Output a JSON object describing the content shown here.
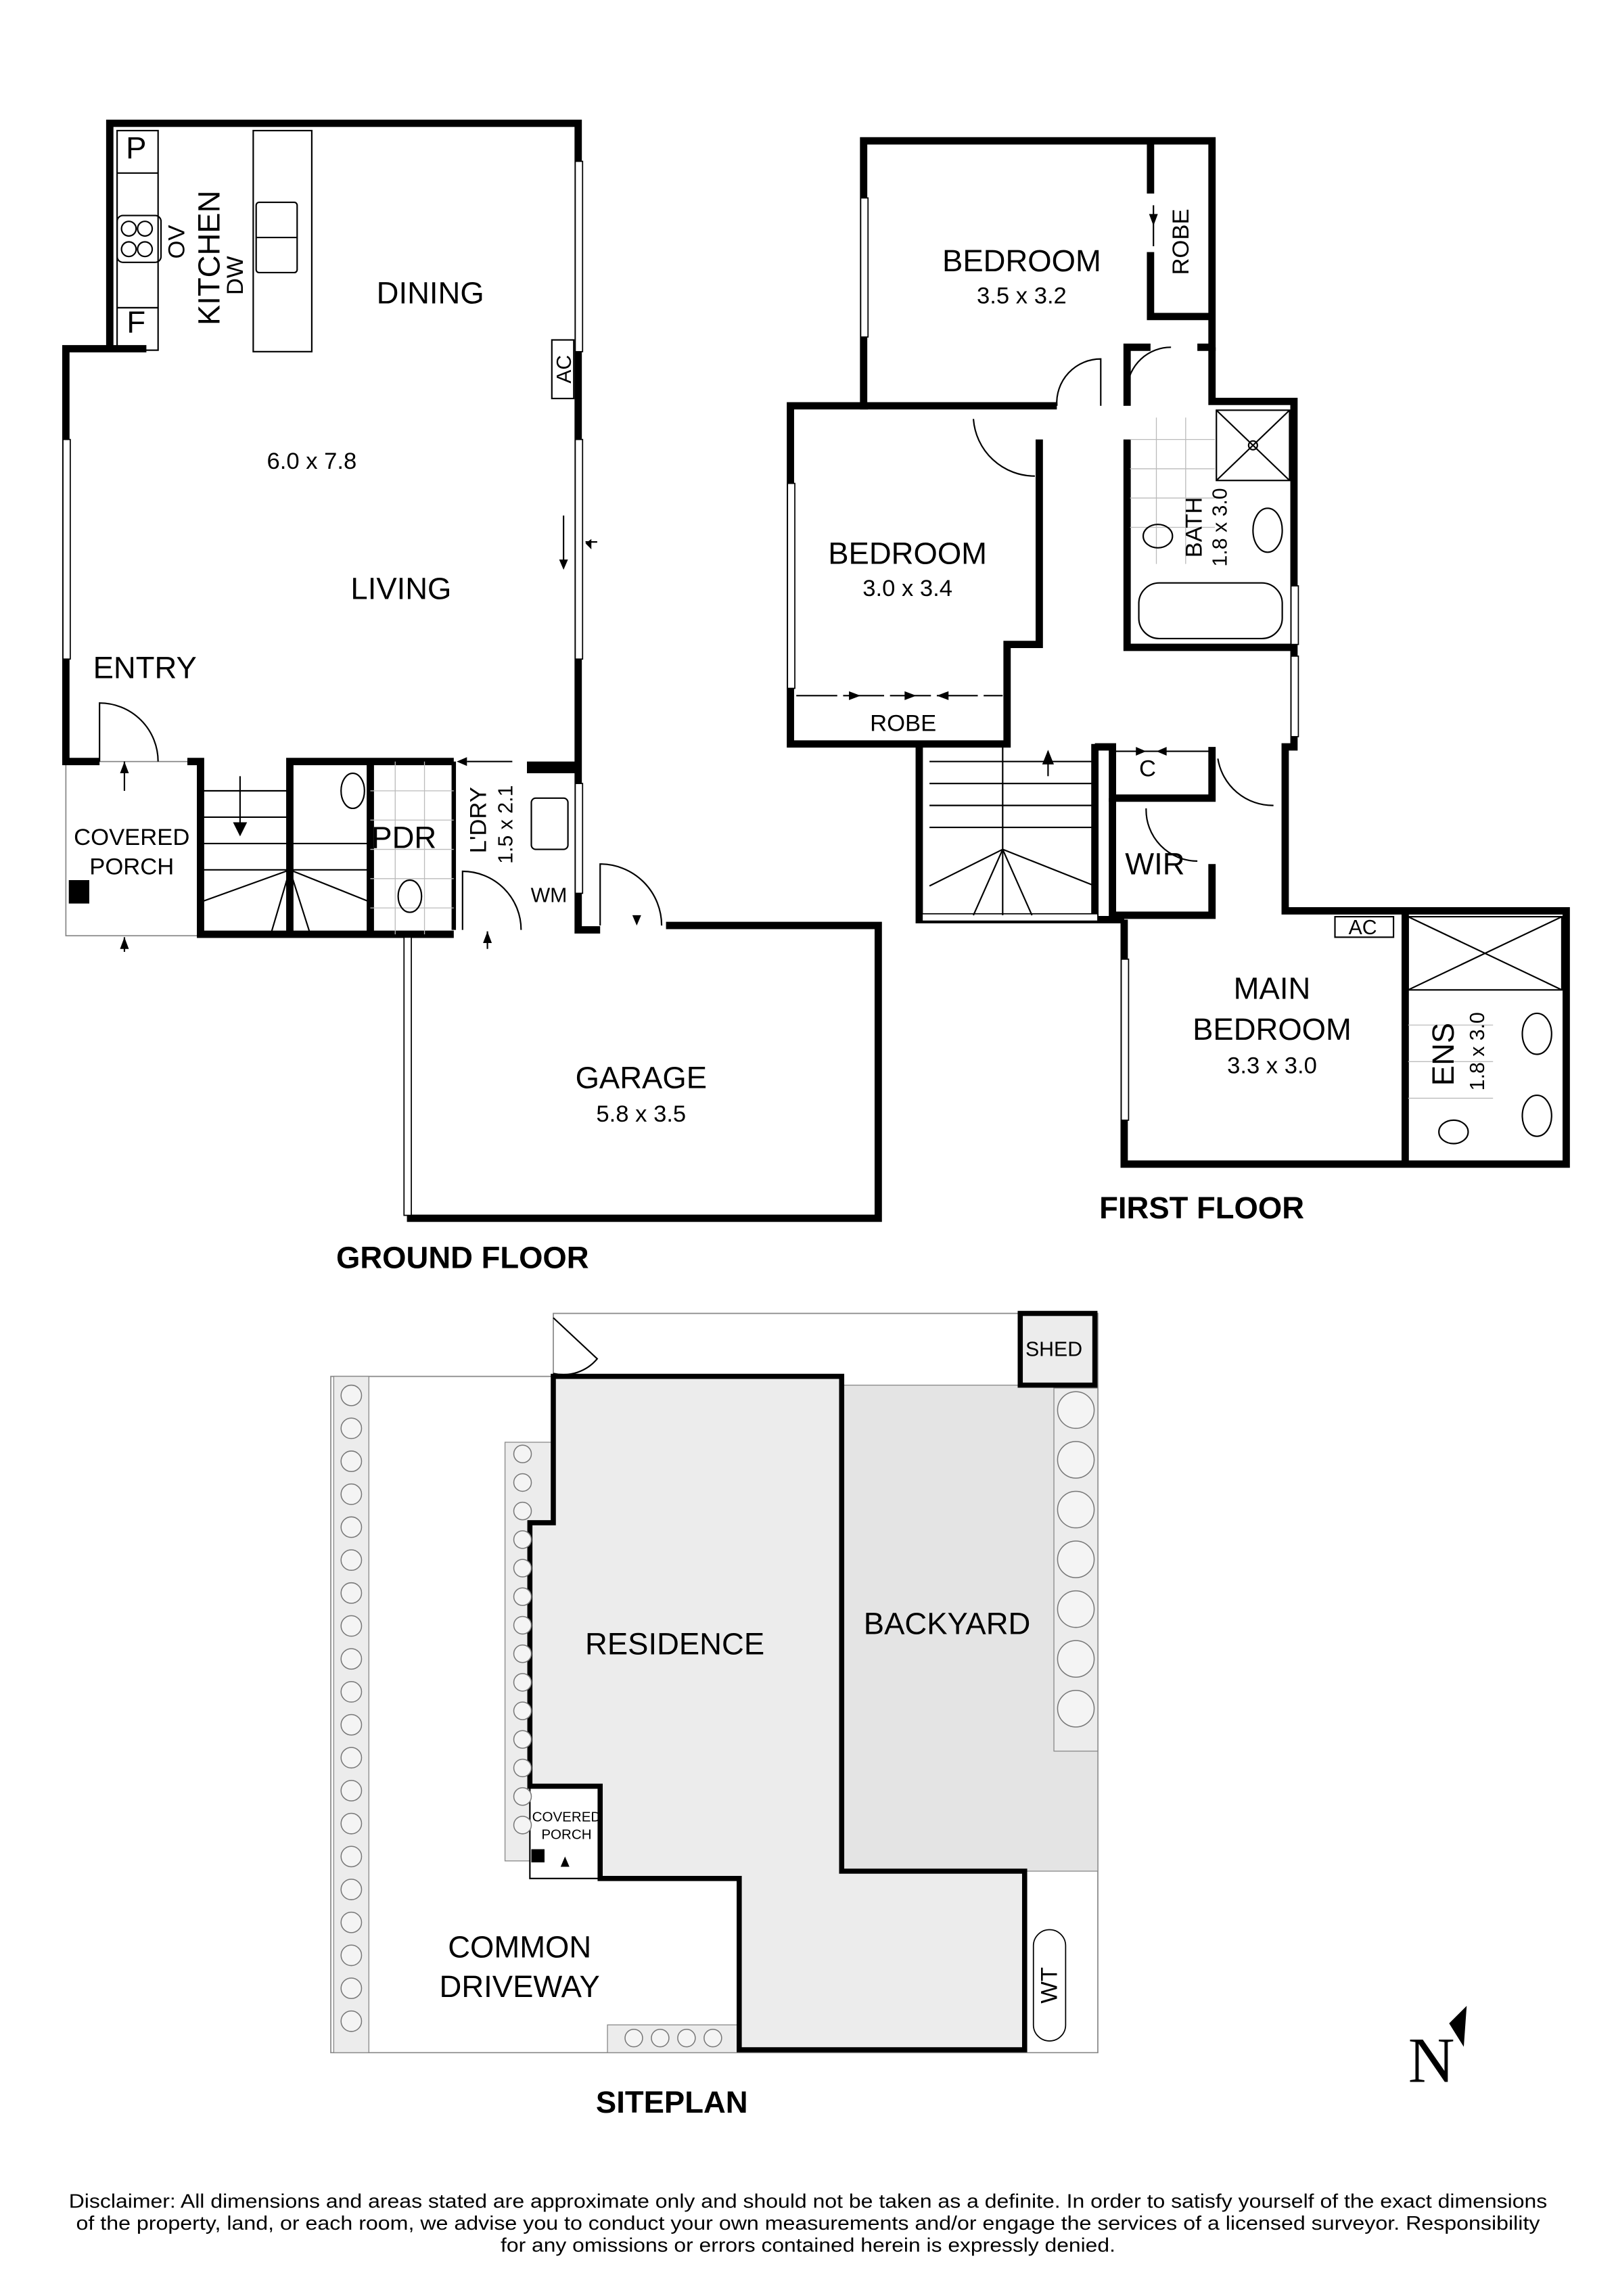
{
  "ground_floor": {
    "title": "GROUND FLOOR",
    "rooms": {
      "kitchen": "KITCHEN",
      "dining": "DINING",
      "living_dims": "6.0 x 7.8",
      "living": "LIVING",
      "entry": "ENTRY",
      "covered_porch_1": "COVERED",
      "covered_porch_2": "PORCH",
      "pdr": "PDR",
      "laundry": "L'DRY",
      "laundry_dims": "1.5 x 2.1",
      "garage": "GARAGE",
      "garage_dims": "5.8 x 3.5"
    },
    "fixtures": {
      "pantry": "P",
      "fridge": "F",
      "oven": "OV",
      "dishwasher": "DW",
      "ac": "AC",
      "washing_machine": "WM"
    }
  },
  "first_floor": {
    "title": "FIRST FLOOR",
    "rooms": {
      "bedroom1": "BEDROOM",
      "bedroom1_dims": "3.5 x 3.2",
      "robe1": "ROBE",
      "bedroom2": "BEDROOM",
      "bedroom2_dims": "3.0 x 3.4",
      "robe2": "ROBE",
      "bath": "BATH",
      "bath_dims": "1.8 x 3.0",
      "cupboard": "C",
      "wir": "WIR",
      "main_bedroom_1": "MAIN",
      "main_bedroom_2": "BEDROOM",
      "main_bedroom_dims": "3.3 x 3.0",
      "ensuite": "ENS",
      "ensuite_dims": "1.8 x 3.0"
    },
    "fixtures": {
      "ac": "AC"
    }
  },
  "siteplan": {
    "title": "SITEPLAN",
    "areas": {
      "shed": "SHED",
      "residence": "RESIDENCE",
      "backyard": "BACKYARD",
      "covered_porch_1": "COVERED",
      "covered_porch_2": "PORCH",
      "driveway_1": "COMMON",
      "driveway_2": "DRIVEWAY",
      "water_tank": "WT"
    },
    "colors": {
      "residence_fill": "#ececec",
      "wall": "#000000"
    }
  },
  "compass": {
    "label": "N",
    "icon": "north-arrow-icon"
  },
  "disclaimer": {
    "line1": "Disclaimer: All dimensions and areas stated are approximate only and should not be taken as a definite. In order to satisfy yourself of the exact dimensions",
    "line2": "of the property, land, or each room, we advise you to conduct your own measurements and/or engage the services of a licensed surveyor. Responsibility",
    "line3": "for any omissions or errors contained herein is expressly denied."
  }
}
